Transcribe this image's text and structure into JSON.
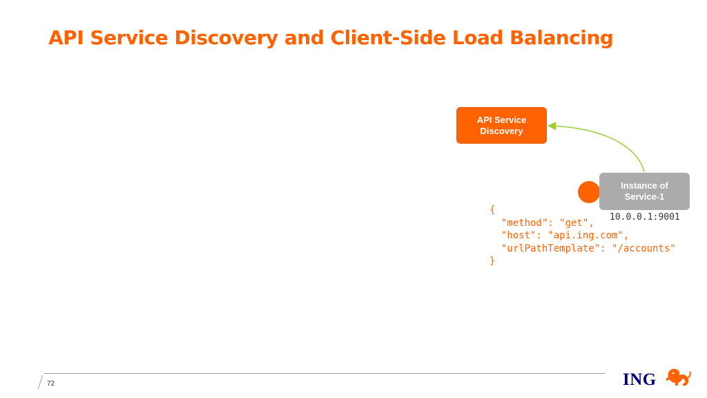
{
  "slide": {
    "title": "API Service Discovery and Client-Side Load Balancing",
    "page_number": "72"
  },
  "diagram": {
    "discovery_box": {
      "label": "API Service\nDiscovery"
    },
    "instance_box": {
      "label": "Instance of\nService-1"
    },
    "instance_address": "10.0.0.1:9001",
    "request_json": [
      "{",
      "  \"method\": \"get\",",
      "  \"host\": \"api.ing.com\",",
      "  \"urlPathTemplate\": \"/accounts\"",
      "}"
    ]
  },
  "logo": {
    "text": "ING",
    "icon": "ing-lion-logo"
  },
  "colors": {
    "brand_orange": "#ff6200",
    "instance_gray": "#ababab",
    "arrow_green": "#9acd32",
    "logo_blue": "#00007a"
  }
}
